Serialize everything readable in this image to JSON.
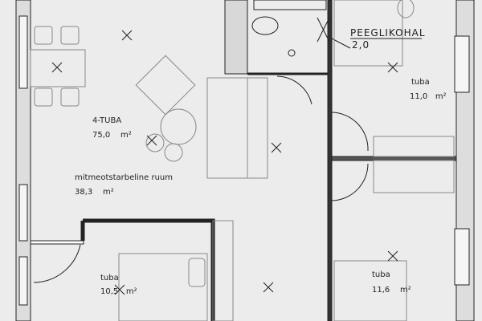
{
  "rooms": {
    "mirror": {
      "label": "PEEGLIKOHAL",
      "value": "2,0"
    },
    "bedroom_ne": {
      "label": "tuba",
      "area": "11,0",
      "unit": "m²"
    },
    "apartment": {
      "label": "4-TUBA",
      "area": "75,0",
      "unit": "m²"
    },
    "living": {
      "label": "mitmeotstarbeline ruum",
      "area": "38,3",
      "unit": "m²"
    },
    "bedroom_sw": {
      "label": "tuba",
      "area": "10,5",
      "unit": "m²"
    },
    "bedroom_se": {
      "label": "tuba",
      "area": "11,6",
      "unit": "m²"
    }
  }
}
